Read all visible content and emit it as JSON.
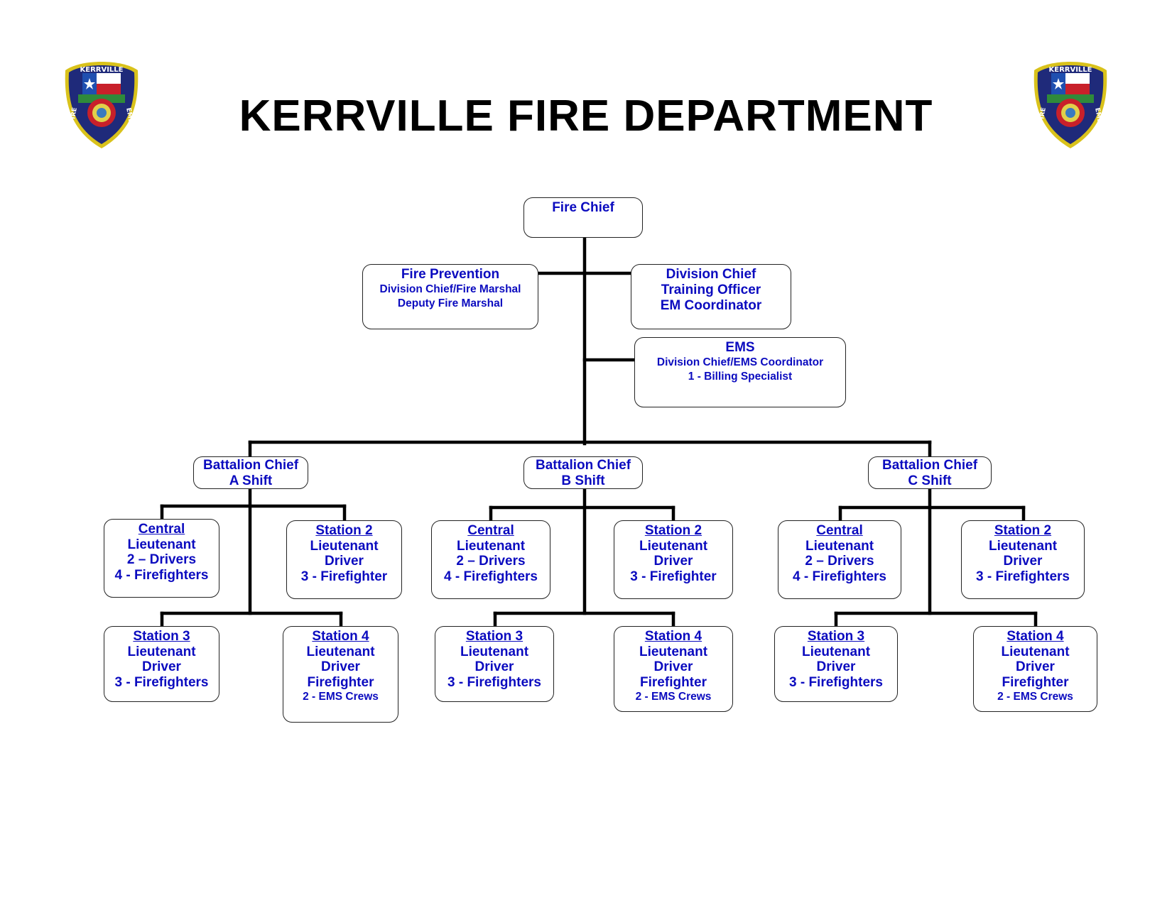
{
  "title": "KERRVILLE FIRE DEPARTMENT",
  "colors": {
    "text": "#0b0bbf",
    "line": "#000000",
    "badge_blue": "#1f2a7a",
    "badge_gold": "#d9c21b"
  },
  "badge": {
    "top_text": "KERRVILLE",
    "left_text": "FIRE",
    "right_text": "EMS"
  },
  "chief": {
    "title": "Fire Chief"
  },
  "fire_prevention": {
    "title": "Fire Prevention",
    "line1": "Division Chief/Fire Marshal",
    "line2": "Deputy Fire Marshal"
  },
  "division_chief": {
    "line1": "Division Chief",
    "line2": "Training Officer",
    "line3": "EM Coordinator"
  },
  "ems": {
    "title": "EMS",
    "line1": "Division Chief/EMS Coordinator",
    "line2": "1 - Billing Specialist"
  },
  "shifts": [
    {
      "title": "Battalion Chief",
      "shift": "A Shift",
      "central": {
        "name": "Central",
        "l1": "Lieutenant",
        "l2": "2 – Drivers",
        "l3": "4 - Firefighters"
      },
      "station2": {
        "name": "Station 2",
        "l1": "Lieutenant",
        "l2": "Driver",
        "l3": "3 - Firefighter"
      },
      "station3": {
        "name": "Station 3",
        "l1": "Lieutenant",
        "l2": "Driver",
        "l3": "3 - Firefighters"
      },
      "station4": {
        "name": "Station 4",
        "l1": "Lieutenant",
        "l2": "Driver",
        "l3": "Firefighter",
        "l4": "2 - EMS Crews"
      }
    },
    {
      "title": "Battalion Chief",
      "shift": "B Shift",
      "central": {
        "name": "Central",
        "l1": "Lieutenant",
        "l2": "2 – Drivers",
        "l3": "4 - Firefighters"
      },
      "station2": {
        "name": "Station 2",
        "l1": "Lieutenant",
        "l2": "Driver",
        "l3": "3 - Firefighter"
      },
      "station3": {
        "name": "Station 3",
        "l1": "Lieutenant",
        "l2": "Driver",
        "l3": "3 - Firefighters"
      },
      "station4": {
        "name": "Station 4",
        "l1": "Lieutenant",
        "l2": "Driver",
        "l3": "Firefighter",
        "l4": "2 - EMS Crews"
      }
    },
    {
      "title": "Battalion Chief",
      "shift": "C Shift",
      "central": {
        "name": "Central",
        "l1": "Lieutenant",
        "l2": "2 – Drivers",
        "l3": "4 - Firefighters"
      },
      "station2": {
        "name": "Station 2",
        "l1": "Lieutenant",
        "l2": "Driver",
        "l3": "3 - Firefighters"
      },
      "station3": {
        "name": "Station 3",
        "l1": "Lieutenant",
        "l2": "Driver",
        "l3": "3 - Firefighters"
      },
      "station4": {
        "name": "Station 4",
        "l1": "Lieutenant",
        "l2": "Driver",
        "l3": "Firefighter",
        "l4": "2 - EMS Crews"
      }
    }
  ]
}
